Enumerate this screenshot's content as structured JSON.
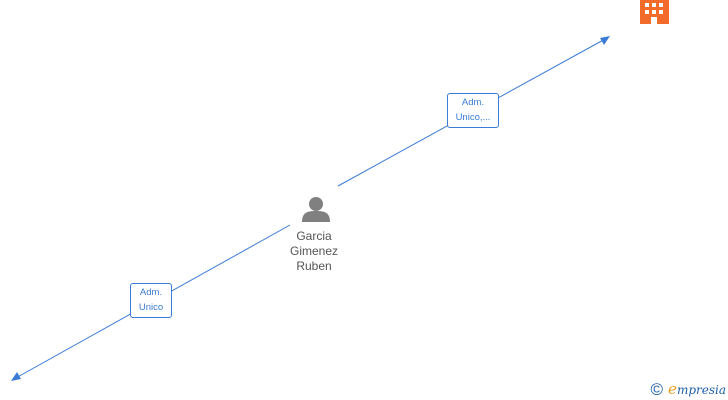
{
  "colors": {
    "edge": "#3a7bd5",
    "company": "#f26b2b",
    "person": "#808080",
    "label_text": "#555555"
  },
  "nodes": {
    "person": {
      "icon": "person-icon",
      "name_line1": "Garcia",
      "name_line2": "Gimenez",
      "name_line3": "Ruben"
    },
    "company_top": {
      "icon": "building-icon"
    },
    "company_bottom": {
      "icon": "building-icon"
    }
  },
  "edges": [
    {
      "label_line1": "Adm.",
      "label_line2": "Unico,..."
    },
    {
      "label_line1": "Adm.",
      "label_line2": "Unico"
    }
  ],
  "footer": {
    "copyright": "©",
    "brand_first": "e",
    "brand_rest": "mpresia"
  }
}
